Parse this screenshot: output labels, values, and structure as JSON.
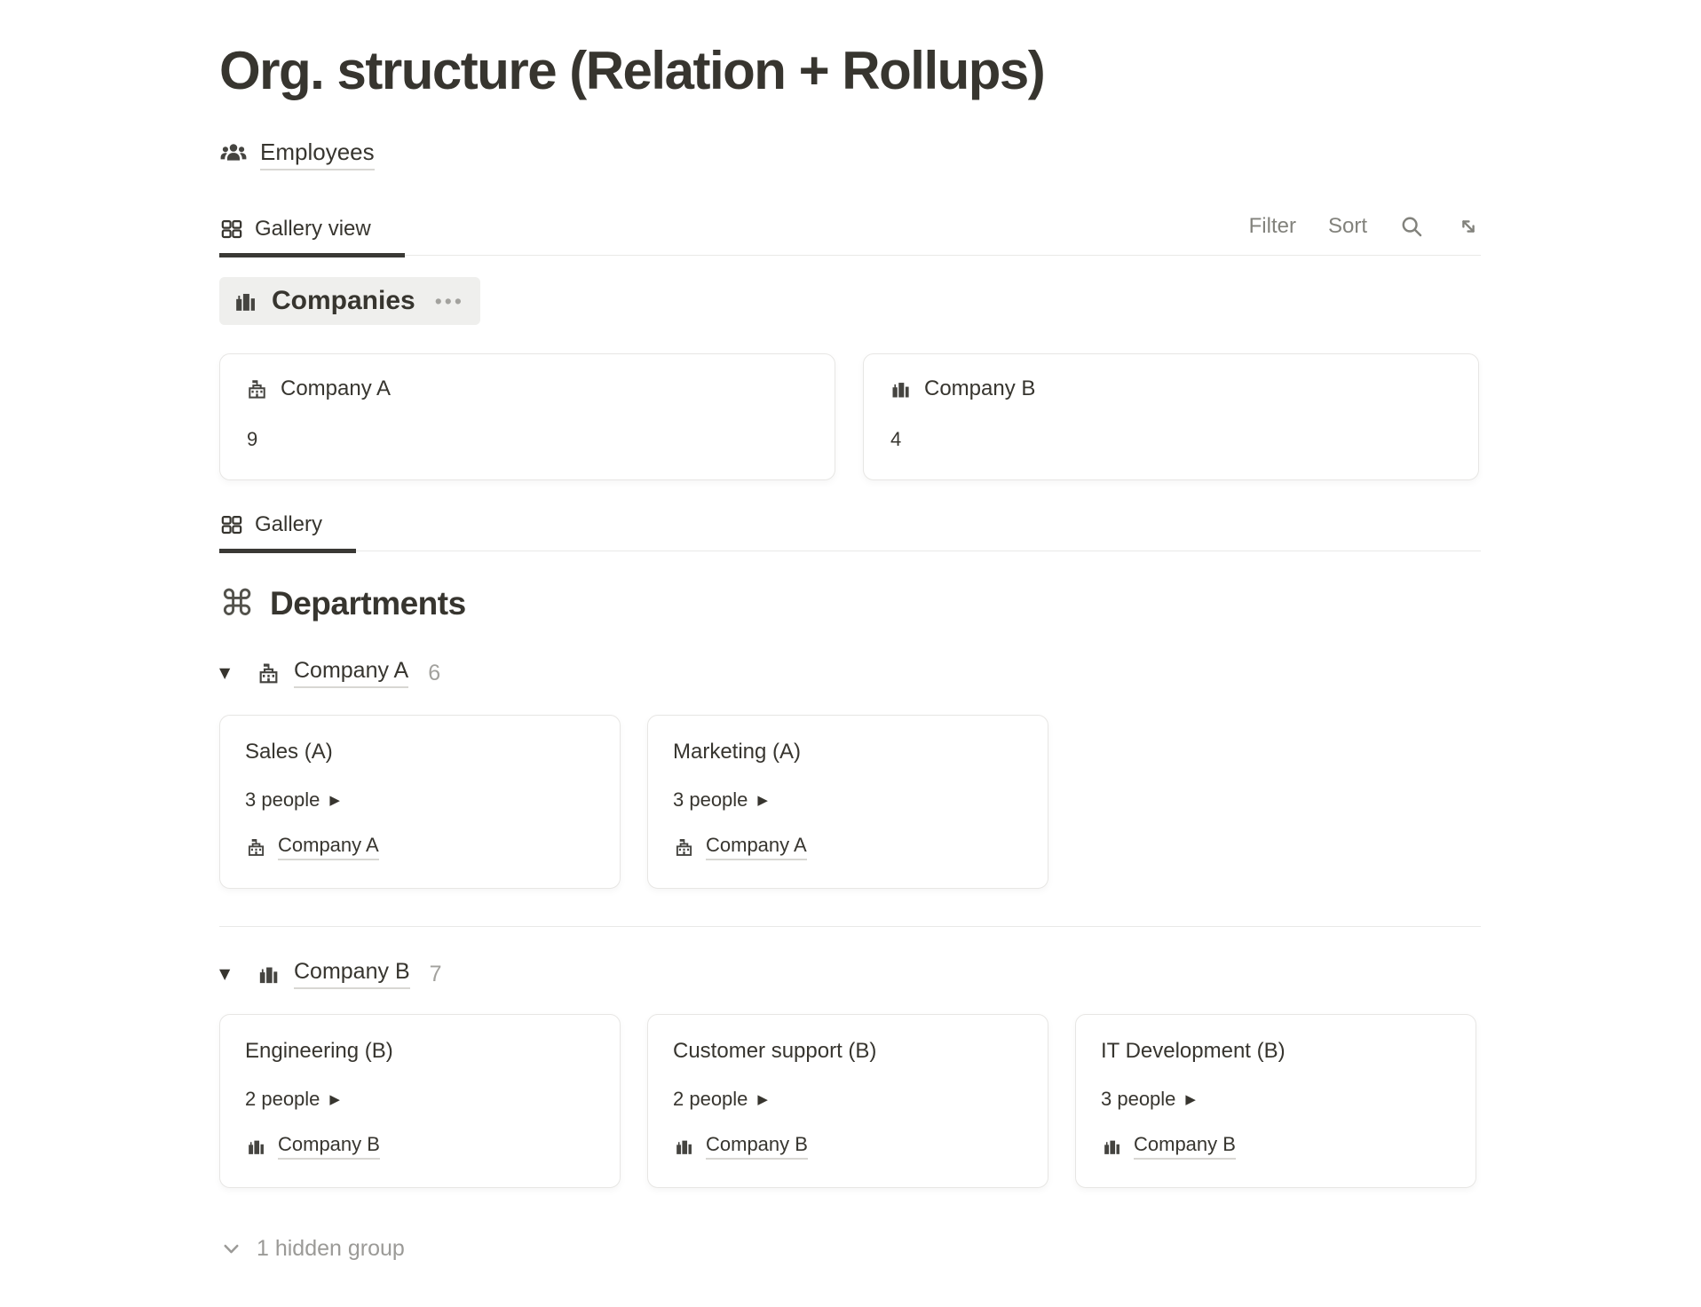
{
  "page": {
    "title": "Org. structure (Relation + Rollups)"
  },
  "nav": {
    "employees_label": "Employees"
  },
  "viewbar": {
    "tab_label": "Gallery view",
    "filter_label": "Filter",
    "sort_label": "Sort"
  },
  "companies": {
    "title": "Companies",
    "cards": [
      {
        "name": "Company A",
        "icon": "school-building-icon",
        "value": "9"
      },
      {
        "name": "Company B",
        "icon": "city-buildings-icon",
        "value": "4"
      }
    ]
  },
  "gallery": {
    "tab_label": "Gallery"
  },
  "departments": {
    "title": "Departments",
    "groups": [
      {
        "name": "Company A",
        "icon": "school-building-icon",
        "count": "6",
        "cards": [
          {
            "title": "Sales (A)",
            "people": "3 people",
            "company": "Company A"
          },
          {
            "title": "Marketing (A)",
            "people": "3 people",
            "company": "Company A"
          }
        ]
      },
      {
        "name": "Company B",
        "icon": "city-buildings-icon",
        "count": "7",
        "cards": [
          {
            "title": "Engineering (B)",
            "people": "2 people",
            "company": "Company B"
          },
          {
            "title": "Customer support (B)",
            "people": "2 people",
            "company": "Company B"
          },
          {
            "title": "IT Development (B)",
            "people": "3 people",
            "company": "Company B"
          }
        ]
      }
    ]
  },
  "footer": {
    "hidden_group_label": "1 hidden group"
  },
  "glyphs": {
    "triangle_down": "▼",
    "play": "▶",
    "command": "⌘",
    "dots": "•••"
  },
  "colors": {
    "text": "#37352f",
    "muted": "#82827c",
    "count": "#a2a19d",
    "border": "#e7e6e4",
    "divider": "#e9e9e7",
    "group_bg": "#efefed",
    "underline": "#d8d7d3"
  }
}
